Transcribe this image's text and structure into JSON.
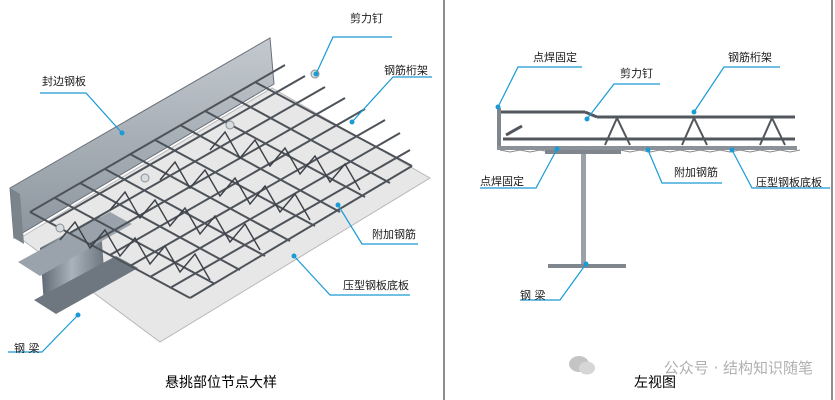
{
  "left_figure": {
    "caption": "悬挑部位节点大样",
    "labels": {
      "shear_stud": "剪力钉",
      "edge_plate": "封边钢板",
      "truss": "钢筋桁架",
      "extra_rebar": "附加钢筋",
      "deck": "压型钢板底板",
      "beam": "钢 梁"
    }
  },
  "right_figure": {
    "caption": "左视图",
    "labels": {
      "spot_weld_top": "点焊固定",
      "shear_stud": "剪力钉",
      "truss": "钢筋桁架",
      "spot_weld_bottom": "点焊固定",
      "extra_rebar": "附加钢筋",
      "deck": "压型钢板底板",
      "beam": "钢 梁"
    }
  },
  "watermark": "公众号 · 结构知识随笔",
  "colors": {
    "leader": "#1a9bd6",
    "steel": "#7a8088",
    "rebar": "#4a4e54"
  }
}
